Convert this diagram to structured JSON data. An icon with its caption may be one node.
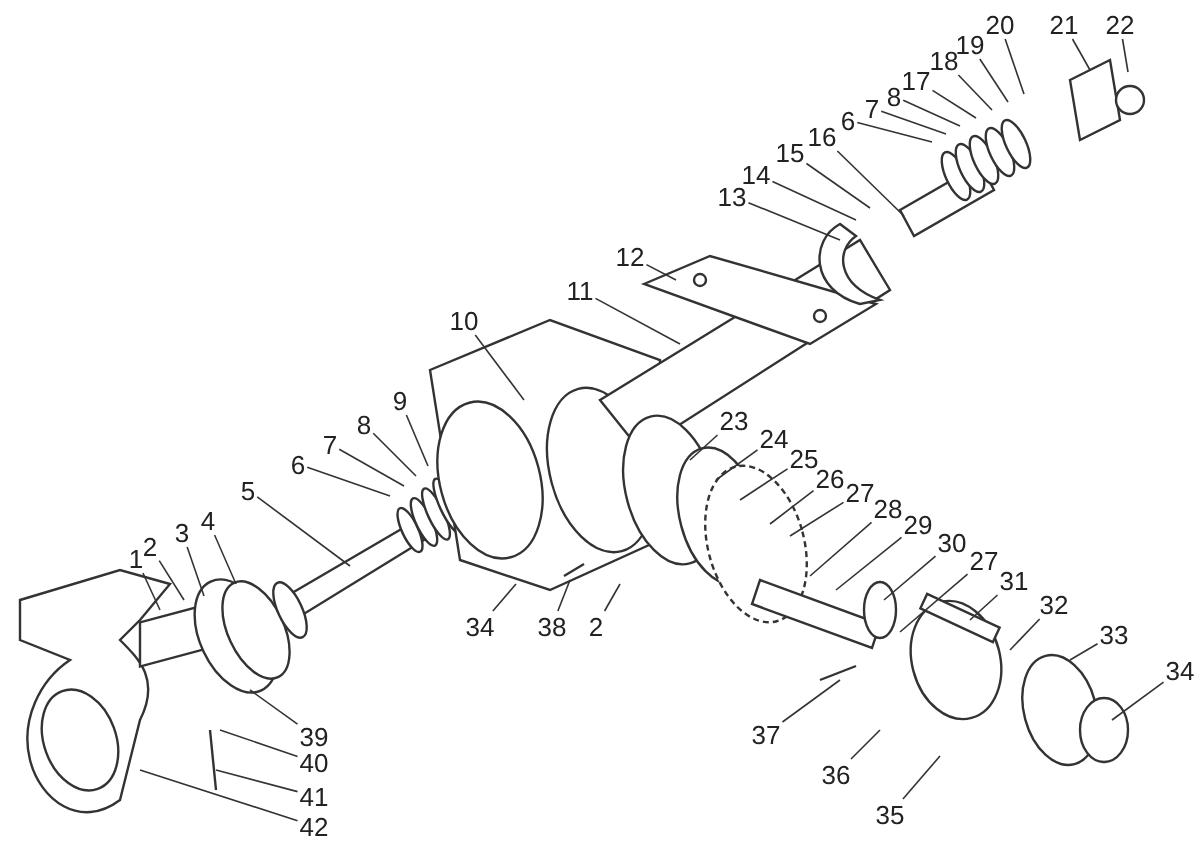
{
  "diagram": {
    "nodes": [
      {
        "text": [
          "1"
        ]
      },
      {
        "text": [
          "2"
        ]
      },
      {
        "text": [
          "3"
        ]
      },
      {
        "text": [
          "4"
        ]
      },
      {
        "text": [
          "5"
        ]
      },
      {
        "text": [
          "6"
        ]
      },
      {
        "text": [
          "7"
        ]
      },
      {
        "text": [
          "8"
        ]
      },
      {
        "text": [
          "9"
        ]
      },
      {
        "text": [
          "10"
        ]
      },
      {
        "text": [
          "11"
        ]
      },
      {
        "text": [
          "12"
        ]
      },
      {
        "text": [
          "13"
        ]
      },
      {
        "text": [
          "14"
        ]
      },
      {
        "text": [
          "15"
        ]
      },
      {
        "text": [
          "16"
        ]
      },
      {
        "text": [
          "6"
        ]
      },
      {
        "text": [
          "7"
        ]
      },
      {
        "text": [
          "8"
        ]
      },
      {
        "text": [
          "17"
        ]
      },
      {
        "text": [
          "18"
        ]
      },
      {
        "text": [
          "19"
        ]
      },
      {
        "text": [
          "20"
        ]
      },
      {
        "text": [
          "21"
        ]
      },
      {
        "text": [
          "22"
        ]
      },
      {
        "text": [
          "23"
        ]
      },
      {
        "text": [
          "24"
        ]
      },
      {
        "text": [
          "25"
        ]
      },
      {
        "text": [
          "26"
        ]
      },
      {
        "text": [
          "27"
        ]
      },
      {
        "text": [
          "28"
        ]
      },
      {
        "text": [
          "29"
        ]
      },
      {
        "text": [
          "30"
        ]
      },
      {
        "text": [
          "27"
        ]
      },
      {
        "text": [
          "31"
        ]
      },
      {
        "text": [
          "32"
        ]
      },
      {
        "text": [
          "33"
        ]
      },
      {
        "text": [
          "34"
        ]
      },
      {
        "text": [
          "34"
        ]
      },
      {
        "text": [
          "38"
        ]
      },
      {
        "text": [
          "2"
        ]
      },
      {
        "text": [
          "37"
        ]
      },
      {
        "text": [
          "36"
        ]
      },
      {
        "text": [
          "35"
        ]
      },
      {
        "text": [
          "39"
        ]
      },
      {
        "text": [
          "40"
        ]
      },
      {
        "text": [
          "41"
        ]
      },
      {
        "text": [
          "42"
        ]
      }
    ],
    "edges": [
      {
        "from": 0,
        "to": null,
        "arrow": "none"
      },
      {
        "from": 1,
        "to": null,
        "arrow": "none"
      },
      {
        "from": 2,
        "to": null,
        "arrow": "none"
      },
      {
        "from": 3,
        "to": null,
        "arrow": "none"
      },
      {
        "from": 4,
        "to": null,
        "arrow": "none"
      },
      {
        "from": 5,
        "to": null,
        "arrow": "none"
      },
      {
        "from": 6,
        "to": null,
        "arrow": "none"
      },
      {
        "from": 7,
        "to": null,
        "arrow": "none"
      },
      {
        "from": 8,
        "to": null,
        "arrow": "none"
      },
      {
        "from": 9,
        "to": null,
        "arrow": "none"
      },
      {
        "from": 10,
        "to": null,
        "arrow": "none"
      },
      {
        "from": 11,
        "to": null,
        "arrow": "none"
      },
      {
        "from": 12,
        "to": null,
        "arrow": "none"
      },
      {
        "from": 13,
        "to": null,
        "arrow": "none"
      },
      {
        "from": 14,
        "to": null,
        "arrow": "none"
      },
      {
        "from": 15,
        "to": null,
        "arrow": "none"
      },
      {
        "from": 16,
        "to": null,
        "arrow": "none"
      },
      {
        "from": 17,
        "to": null,
        "arrow": "none"
      },
      {
        "from": 18,
        "to": null,
        "arrow": "none"
      },
      {
        "from": 19,
        "to": null,
        "arrow": "none"
      },
      {
        "from": 20,
        "to": null,
        "arrow": "none"
      },
      {
        "from": 21,
        "to": null,
        "arrow": "none"
      },
      {
        "from": 22,
        "to": null,
        "arrow": "none"
      },
      {
        "from": 23,
        "to": null,
        "arrow": "none"
      },
      {
        "from": 24,
        "to": null,
        "arrow": "none"
      },
      {
        "from": 25,
        "to": null,
        "arrow": "none"
      },
      {
        "from": 26,
        "to": null,
        "arrow": "none"
      },
      {
        "from": 27,
        "to": null,
        "arrow": "none"
      },
      {
        "from": 28,
        "to": null,
        "arrow": "none"
      },
      {
        "from": 29,
        "to": null,
        "arrow": "none"
      },
      {
        "from": 30,
        "to": null,
        "arrow": "none"
      },
      {
        "from": 31,
        "to": null,
        "arrow": "none"
      },
      {
        "from": 32,
        "to": null,
        "arrow": "none"
      },
      {
        "from": 33,
        "to": null,
        "arrow": "none"
      },
      {
        "from": 34,
        "to": null,
        "arrow": "none"
      },
      {
        "from": 35,
        "to": null,
        "arrow": "none"
      },
      {
        "from": 36,
        "to": null,
        "arrow": "none"
      },
      {
        "from": 37,
        "to": null,
        "arrow": "none"
      },
      {
        "from": 38,
        "to": null,
        "arrow": "none"
      },
      {
        "from": 39,
        "to": null,
        "arrow": "none"
      },
      {
        "from": 40,
        "to": null,
        "arrow": "none"
      },
      {
        "from": 41,
        "to": null,
        "arrow": "none"
      },
      {
        "from": 42,
        "to": null,
        "arrow": "none"
      },
      {
        "from": 43,
        "to": null,
        "arrow": "none"
      },
      {
        "from": 44,
        "to": null,
        "arrow": "none"
      },
      {
        "from": 45,
        "to": null,
        "arrow": "none"
      },
      {
        "from": 46,
        "to": null,
        "arrow": "none"
      },
      {
        "from": 47,
        "to": null,
        "arrow": "none"
      }
    ]
  }
}
